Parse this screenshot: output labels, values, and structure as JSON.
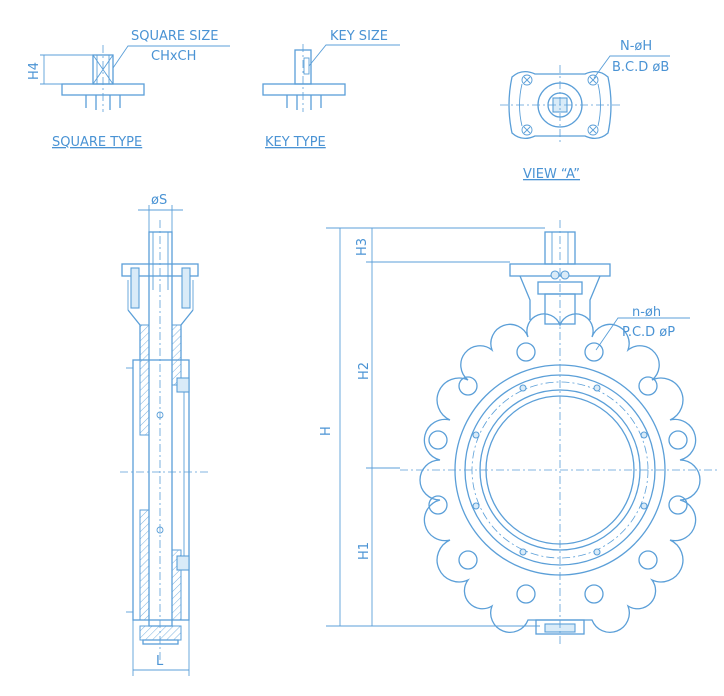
{
  "labels": {
    "square_size": "SQUARE SIZE",
    "chxch": "CHxCH",
    "h4": "H4",
    "square_type": "SQUARE TYPE",
    "key_size": "KEY SIZE",
    "key_type": "KEY TYPE",
    "n_oh": "N-øH",
    "bcd_ob": "B.C.D øB",
    "view_a": "VIEW “A”",
    "os": "øS",
    "l": "L",
    "h": "H",
    "h1": "H1",
    "h2": "H2",
    "h3": "H3",
    "n_oh_small": "n-øh",
    "pcd_op": "P.C.D øP"
  },
  "colors": {
    "line": "#5b9fd8",
    "fill": "#d9ebf8",
    "text": "#4a93d4"
  }
}
